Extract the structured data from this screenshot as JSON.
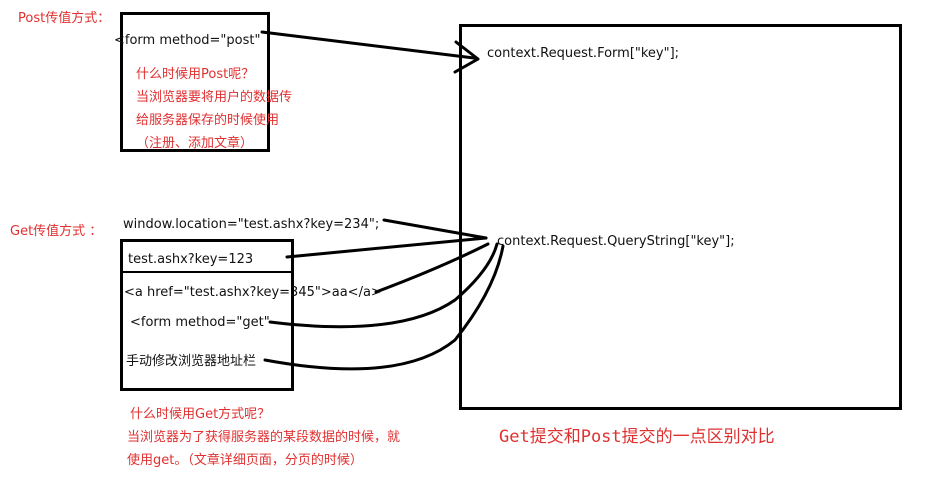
{
  "post": {
    "label": "Post传值方式：",
    "form_tag": "<form method=\"post\"",
    "question": "什么时候用Post呢？",
    "answer_1": "当浏览器要将用户的数据传",
    "answer_2": "给服务器保存的时候使用",
    "answer_3": "（注册、添加文章）"
  },
  "get": {
    "label": "Get传值方式 ：",
    "location_line": "window.location=\"test.ashx?key=234\";",
    "url_line": "test.ashx?key=123",
    "anchor_line": "<a href=\"test.ashx?key=345\">aa</a>",
    "form_line": "<form method=\"get\"",
    "manual_line": "手动修改浏览器地址栏",
    "question": "什么时候用Get方式呢？",
    "answer_1": "当浏览器为了获得服务器的某段数据的时候，就",
    "answer_2": "使用get。（文章详细页面，分页的时候）"
  },
  "server": {
    "form_access": "context.Request.Form[\"key\"];",
    "querystring_access": "context.Request.QueryString[\"key\"];"
  },
  "title": "Get提交和Post提交的一点区别对比",
  "colors": {
    "annotation": "#e03030",
    "ink": "#000000"
  }
}
